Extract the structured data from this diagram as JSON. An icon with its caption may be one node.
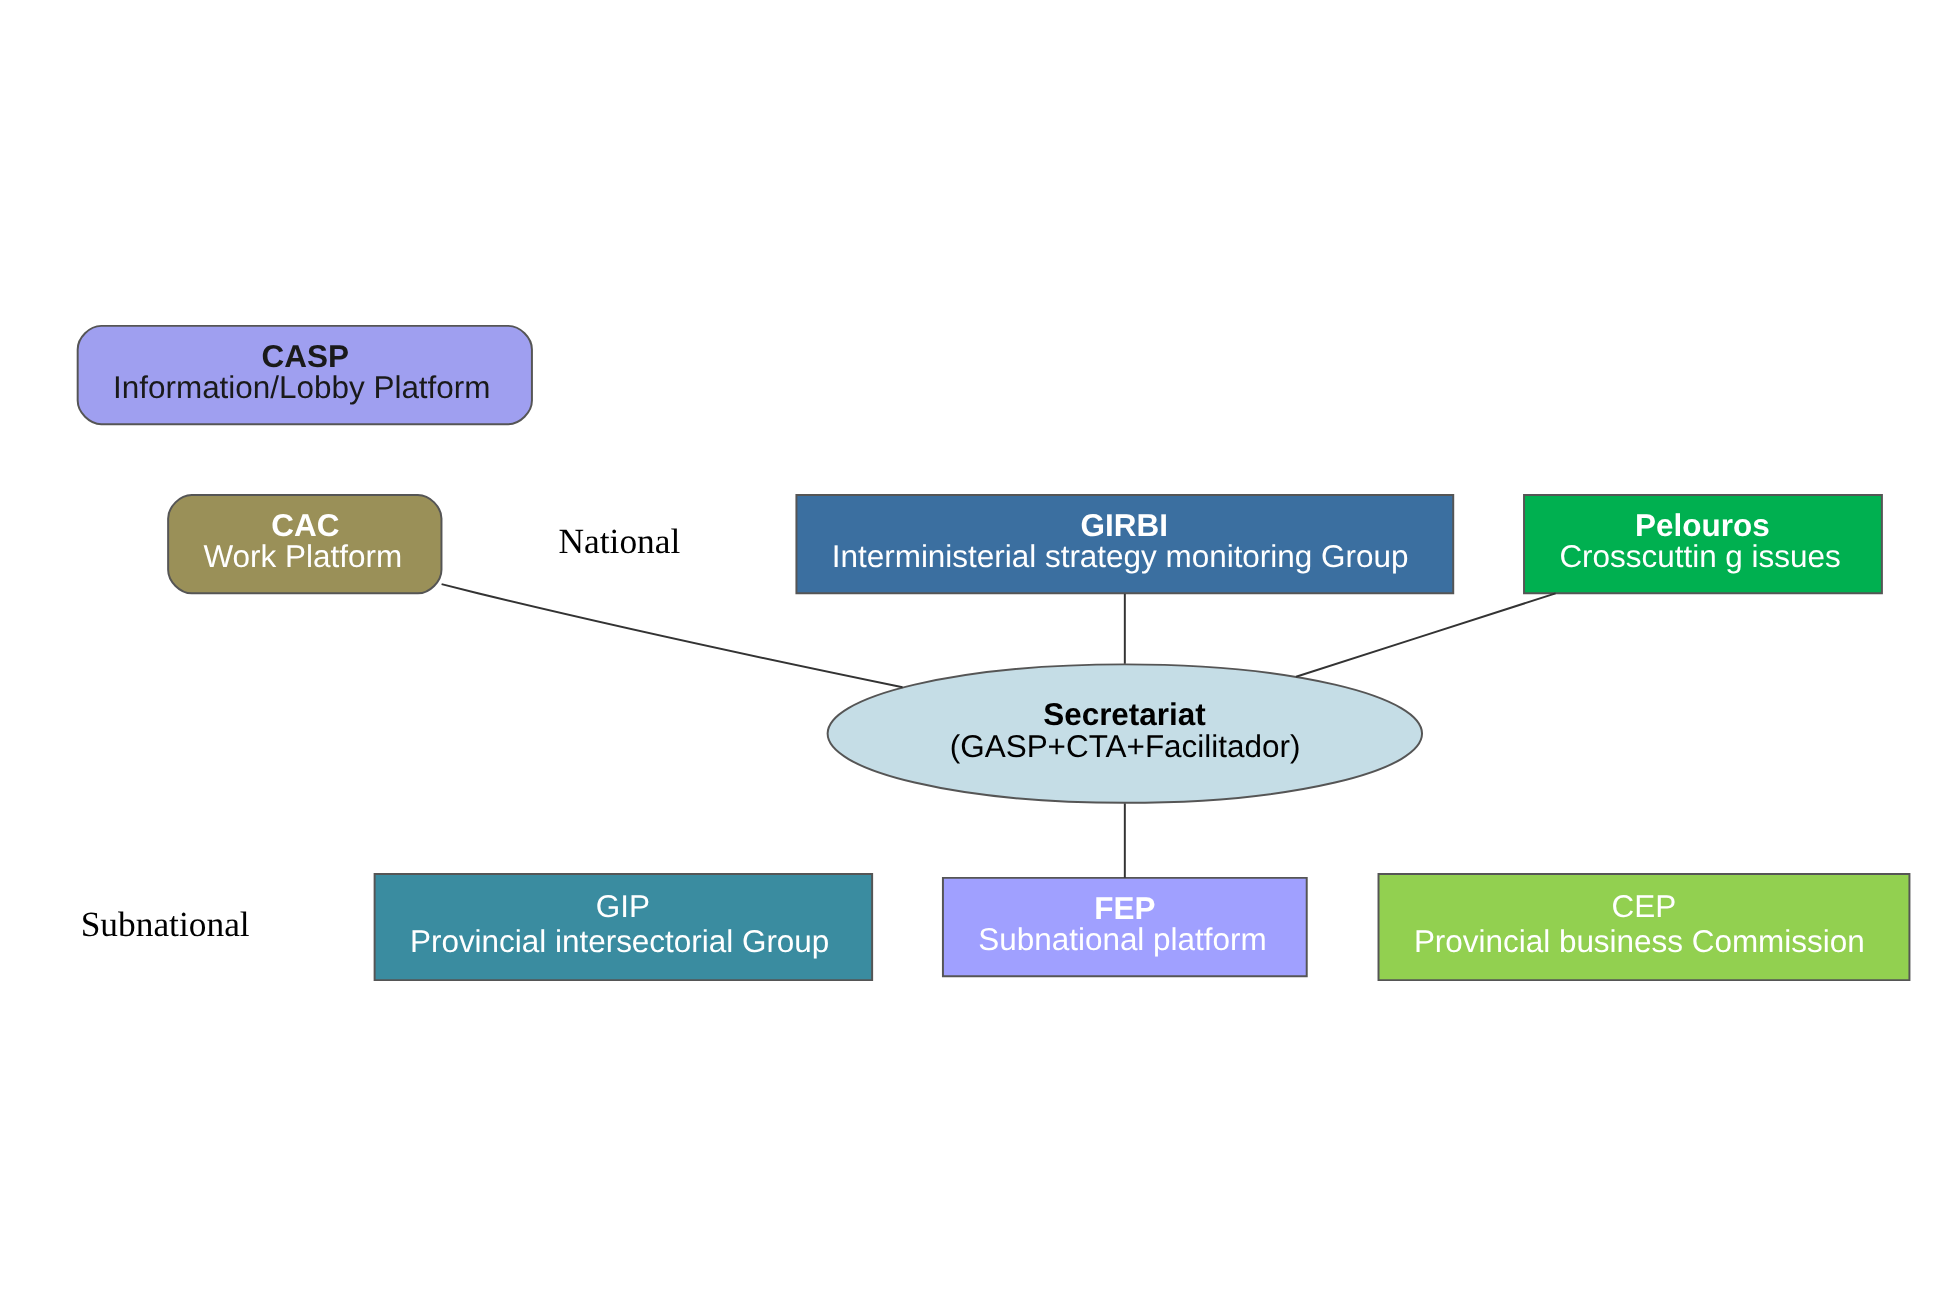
{
  "diagram": {
    "nodes": [
      {
        "text": [
          "CASP",
          "Information/Lobby Platform"
        ]
      },
      {
        "text": [
          "CAC",
          "Work Platform"
        ]
      },
      {
        "text": [
          "GIRBI",
          "Interministerial strategy monitoring Group"
        ]
      },
      {
        "text": [
          "Pelouros",
          "Crosscuttin g issues"
        ]
      },
      {
        "text": [
          "Secretariat",
          "(GASP+CTA+Facilitador)"
        ]
      },
      {
        "text": [
          "GIP",
          "Provincial intersectorial Group"
        ]
      },
      {
        "text": [
          "FEP",
          "Subnational platform"
        ]
      },
      {
        "text": [
          "CEP",
          "Provincial business Commission"
        ]
      }
    ],
    "edges": [
      {
        "from": 1,
        "to": 4,
        "arrow": "none"
      },
      {
        "from": 2,
        "to": 4,
        "arrow": "none"
      },
      {
        "from": 3,
        "to": 4,
        "arrow": "none"
      },
      {
        "from": 4,
        "to": 6,
        "arrow": "none"
      }
    ],
    "labels": [
      "National",
      "Subnational"
    ]
  }
}
